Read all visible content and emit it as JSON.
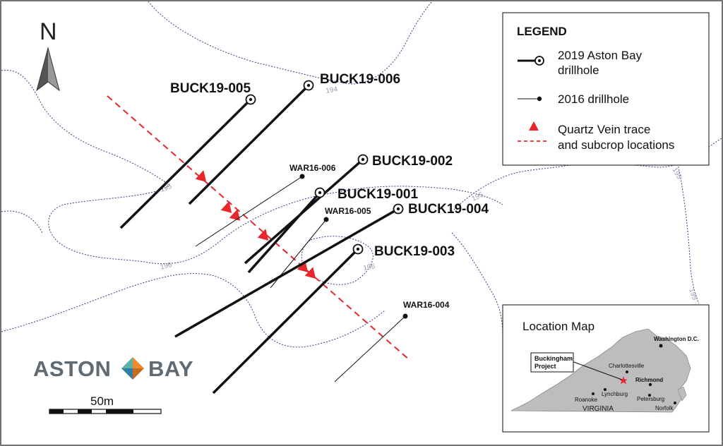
{
  "north_label": "N",
  "contour_labels": [
    "194",
    "195",
    "196",
    "195",
    "195",
    "196",
    "195"
  ],
  "drillholes_2019": [
    {
      "id": "BUCK19-005"
    },
    {
      "id": "BUCK19-006"
    },
    {
      "id": "BUCK19-002"
    },
    {
      "id": "BUCK19-001"
    },
    {
      "id": "BUCK19-004"
    },
    {
      "id": "BUCK19-003"
    }
  ],
  "drillholes_2016": [
    {
      "id": "WAR16-006"
    },
    {
      "id": "WAR16-005"
    },
    {
      "id": "WAR16-004"
    }
  ],
  "legend": {
    "title": "LEGEND",
    "item1_line1": "2019 Aston Bay",
    "item1_line2": "drillhole",
    "item2": "2016 drillhole",
    "item3_line1": "Quartz Vein trace",
    "item3_line2": "and subcrop locations"
  },
  "brand": {
    "left": "ASTON",
    "right": "BAY"
  },
  "scale": {
    "label": "50m"
  },
  "location_map": {
    "title": "Location Map",
    "project_line1": "Buckingham",
    "project_line2": "Project",
    "state": "VIRGINIA",
    "cities": [
      {
        "name": "Washington D.C.",
        "bold": true
      },
      {
        "name": "Charlottesville",
        "bold": false
      },
      {
        "name": "Richmond",
        "bold": true
      },
      {
        "name": "Lynchburg",
        "bold": false
      },
      {
        "name": "Roanoke",
        "bold": false
      },
      {
        "name": "Petersburg",
        "bold": false
      },
      {
        "name": "Norfolk",
        "bold": false
      }
    ]
  },
  "colors": {
    "vein": "#e8262b",
    "contour": "#3a3a8c",
    "brand_orange": "#ef8a2e",
    "brand_blue": "#2f7fa8",
    "brand_teal": "#5fb3a6",
    "inset_state_fill": "#bdbdbd"
  },
  "icons": [
    "north-arrow-icon",
    "drillhole-2019-symbol-icon",
    "drillhole-2016-symbol-icon",
    "vein-triangle-icon",
    "aston-bay-diamond-icon",
    "project-star-icon"
  ]
}
